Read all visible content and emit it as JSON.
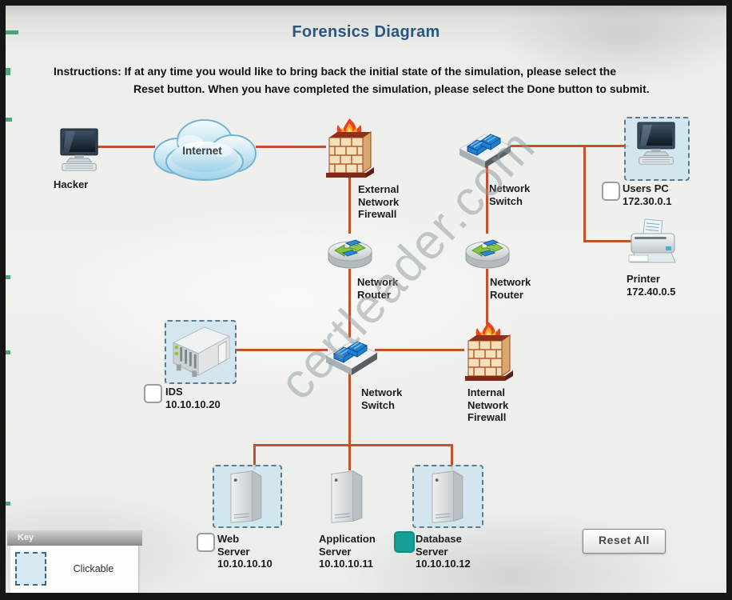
{
  "window": {
    "title": "Forensics Diagram"
  },
  "instructions": {
    "line1": "Instructions: If at any time you would like to bring back the initial state of the simulation, please select the",
    "line2": "Reset button. When you have completed the simulation, please select the Done button to submit."
  },
  "watermark": "certleader.com",
  "buttons": {
    "reset": "Reset All"
  },
  "key": {
    "header": "Key",
    "clickable_label": "Clickable"
  },
  "colors": {
    "connection_line": "#c0522e",
    "checked_checkbox": "#16a095",
    "title_text": "#2a5580",
    "clickable_fill": "#cfe3ef",
    "clickable_border": "#5e7b89"
  },
  "nodes": {
    "hacker": {
      "label": "Hacker"
    },
    "internet": {
      "label": "Internet"
    },
    "external_firewall": {
      "lines": [
        "External",
        "Network",
        "Firewall"
      ]
    },
    "top_switch": {
      "lines": [
        "Network",
        "Switch"
      ]
    },
    "users_pc": {
      "lines": [
        "Users PC",
        "172.30.0.1"
      ],
      "checkbox": "unchecked"
    },
    "left_router": {
      "lines": [
        "Network",
        "Router"
      ]
    },
    "right_router": {
      "lines": [
        "Network",
        "Router"
      ]
    },
    "printer": {
      "lines": [
        "Printer",
        "172.40.0.5"
      ]
    },
    "ids": {
      "lines": [
        "IDS",
        "10.10.10.20"
      ],
      "checkbox": "unchecked"
    },
    "middle_switch": {
      "lines": [
        "Network",
        "Switch"
      ]
    },
    "internal_firewall": {
      "lines": [
        "Internal",
        "Network",
        "Firewall"
      ]
    },
    "web_server": {
      "lines": [
        "Web",
        "Server",
        "10.10.10.10"
      ],
      "checkbox": "unchecked"
    },
    "app_server": {
      "lines": [
        "Application",
        "Server",
        "10.10.10.11"
      ]
    },
    "database_server": {
      "lines": [
        "Database",
        "Server",
        "10.10.10.12"
      ],
      "checkbox": "checked"
    }
  }
}
